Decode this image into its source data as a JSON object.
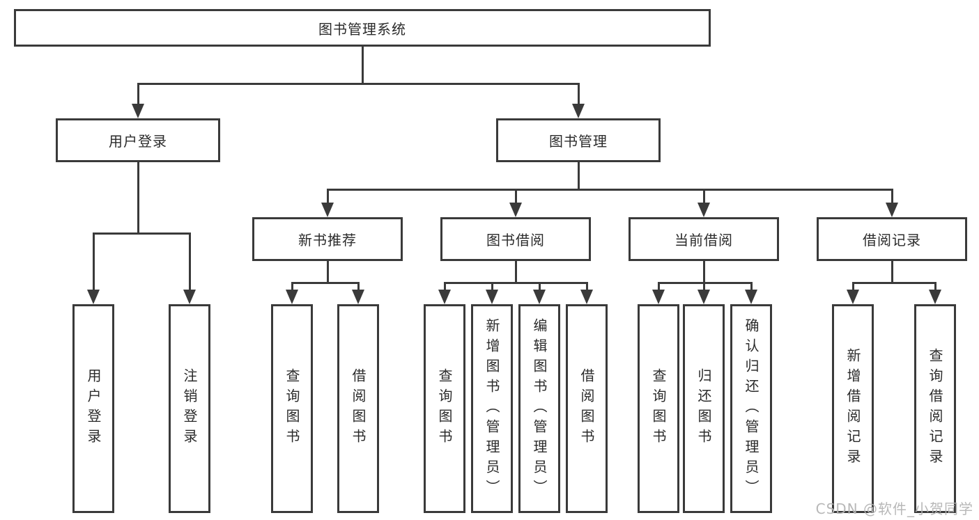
{
  "diagram": {
    "root": {
      "label": "图书管理系统"
    },
    "branches": [
      {
        "label": "用户登录",
        "children": [
          {
            "label": "用户登录"
          },
          {
            "label": "注销登录"
          }
        ]
      },
      {
        "label": "图书管理",
        "children": [
          {
            "label": "新书推荐",
            "children": [
              {
                "label": "查询图书"
              },
              {
                "label": "借阅图书"
              }
            ]
          },
          {
            "label": "图书借阅",
            "children": [
              {
                "label": "查询图书"
              },
              {
                "label": "新增图书（管理员）"
              },
              {
                "label": "编辑图书（管理员）"
              },
              {
                "label": "借阅图书"
              }
            ]
          },
          {
            "label": "当前借阅",
            "children": [
              {
                "label": "查询图书"
              },
              {
                "label": "归还图书"
              },
              {
                "label": "确认归还（管理员）"
              }
            ]
          },
          {
            "label": "借阅记录",
            "children": [
              {
                "label": "新增借阅记录"
              },
              {
                "label": "查询借阅记录"
              }
            ]
          }
        ]
      }
    ]
  },
  "watermark": {
    "text": "CSDN @软件_小贺同学"
  },
  "colors": {
    "line": "#3a3a3a",
    "box_border": "#3a3a3a",
    "text": "#2b2b2b",
    "watermark": "#b4b4b4",
    "background": "#ffffff"
  }
}
